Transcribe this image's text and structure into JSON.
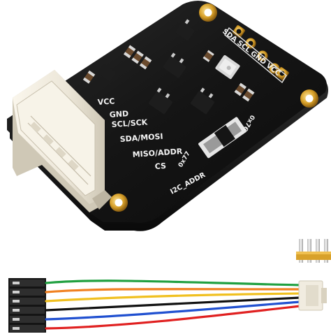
{
  "scene": "Sensor breakout module on black PCB with JST connector, loose pin header and 6-wire Dupont cable",
  "board_labels": {
    "vcc": "VCC",
    "gnd": "GND",
    "scl_sck": "SCL/SCK",
    "sda_mosi": "SDA/MOSI",
    "miso_addr": "MISO/ADDR",
    "cs": "CS",
    "addr_77": "0x77",
    "addr_76": "0x76",
    "i2c_addr": "I2C_ADDR",
    "header_pins": "SDA SCL GND VCC"
  },
  "colors": {
    "pcb": "#121212",
    "connector": "#ece6d8",
    "gold": "#d8a12a",
    "wire_red": "#e02020",
    "wire_black": "#111111",
    "wire_yellow": "#f0c020",
    "wire_blue": "#2050d0",
    "wire_green": "#20a040",
    "wire_orange": "#f08020"
  }
}
